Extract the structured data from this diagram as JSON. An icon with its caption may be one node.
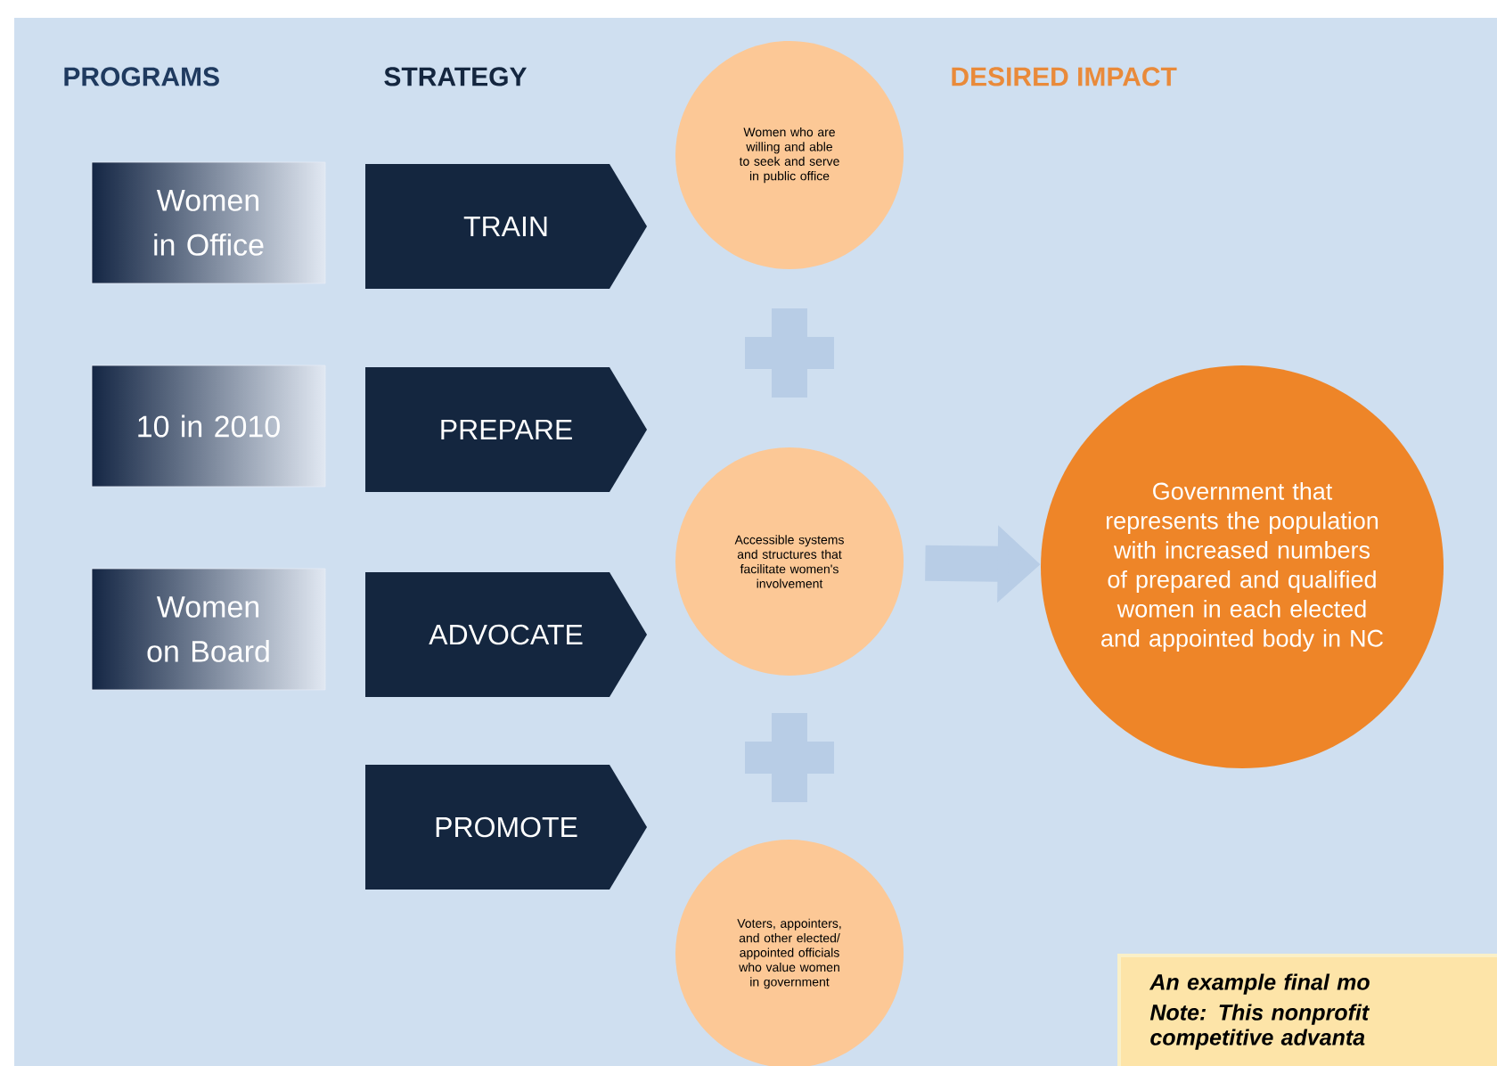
{
  "diagram": {
    "nodes": [
      {
        "text": [
          "Women in Office"
        ]
      },
      {
        "text": [
          "10 in 2010"
        ]
      },
      {
        "text": [
          "Women on Board"
        ]
      },
      {
        "text": [
          "TRAIN"
        ]
      },
      {
        "text": [
          "PREPARE"
        ]
      },
      {
        "text": [
          "ADVOCATE"
        ]
      },
      {
        "text": [
          "PROMOTE"
        ]
      },
      {
        "text": [
          "Women who are willing and able to seek and serve in public office"
        ]
      },
      {
        "text": [
          "Accessible systems and structures that facilitate women's involvement"
        ]
      },
      {
        "text": [
          "Voters, appointers, and other elected/ appointed officials who value women in government"
        ]
      },
      {
        "text": [
          "Government that represents the population with increased numbers of prepared and qualified women in each elected and appointed body in NC"
        ]
      },
      {
        "text": [
          "An example final mo",
          "Note: This nonprofit competitive advanta"
        ]
      }
    ],
    "edges": [
      {
        "from": 8,
        "to": 10,
        "arrow": "to"
      }
    ],
    "labels": [
      "PROGRAMS",
      "STRATEGY",
      "DESIRED IMPACT"
    ]
  }
}
